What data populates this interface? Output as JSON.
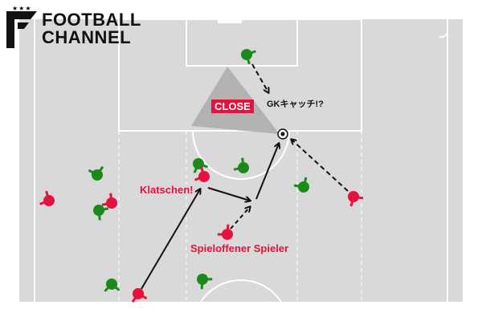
{
  "brand": {
    "name_line1": "FOOTBALL",
    "name_line2": "CHANNEL",
    "stars": "★★★"
  },
  "labels": {
    "close": "CLOSE",
    "gk_catch": "GKキャッチ!?",
    "klatschen": "Klatschen!",
    "spieloffener": "Spieloffener Spieler"
  },
  "colors": {
    "pitch": "#d9d9d9",
    "team_red": "#e8103c",
    "team_green": "#1a8a1a",
    "lines": "#ffffff"
  }
}
